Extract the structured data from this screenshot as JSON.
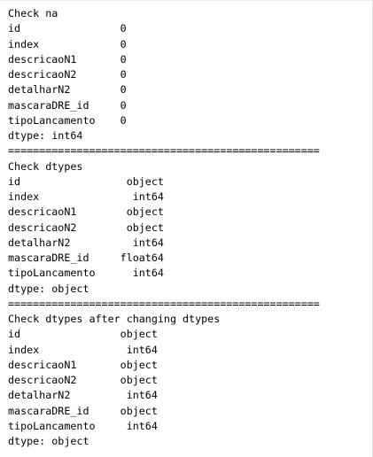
{
  "output": {
    "lines": [
      "Check na",
      "id                0",
      "index             0",
      "descricaoN1       0",
      "descricaoN2       0",
      "detalharN2        0",
      "mascaraDRE_id     0",
      "tipoLancamento    0",
      "dtype: int64",
      "==================================================",
      "Check dtypes",
      "id                 object",
      "index               int64",
      "descricaoN1        object",
      "descricaoN2        object",
      "detalharN2          int64",
      "mascaraDRE_id     float64",
      "tipoLancamento      int64",
      "dtype: object",
      "==================================================",
      "Check dtypes after changing dtypes",
      "id                object",
      "index              int64",
      "descricaoN1       object",
      "descricaoN2       object",
      "detalharN2         int64",
      "mascaraDRE_id     object",
      "tipoLancamento     int64",
      "dtype: object"
    ]
  }
}
